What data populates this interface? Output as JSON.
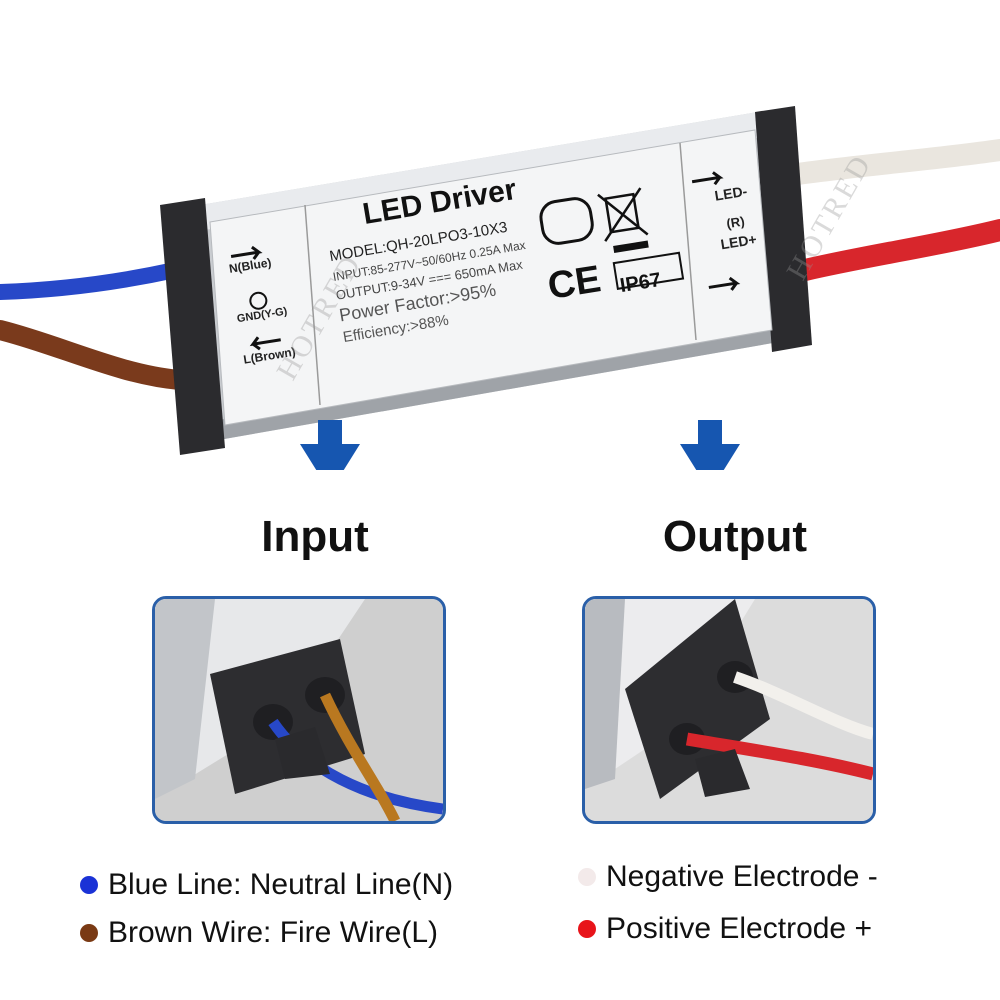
{
  "watermark": "HOTRED",
  "driver": {
    "title": "LED Driver",
    "model": "MODEL:QH-20LPO3-10X3",
    "input": "INPUT:85-277V~50/60Hz 0.25A Max",
    "output": "OUTPUT:9-34V === 650mA  Max",
    "power_factor": "Power Factor:>95%",
    "efficiency": "Efficiency:>88%",
    "left_labels": {
      "n": "N(Blue)",
      "gnd": "GND(Y-G)",
      "l": "L(Brown)"
    },
    "right_labels": {
      "neg": "LED-",
      "r": "(R)",
      "pos": "LED+"
    },
    "rating": "IP67",
    "ce": "CE"
  },
  "sections": {
    "input_title": "Input",
    "output_title": "Output"
  },
  "legend": {
    "input_items": [
      {
        "color": "#1a32d6",
        "text": "Blue Line: Neutral Line(N)"
      },
      {
        "color": "#7a3a14",
        "text": "Brown Wire: Fire Wire(L)"
      }
    ],
    "output_items": [
      {
        "color": "#f3eaea",
        "text": "Negative Electrode -"
      },
      {
        "color": "#e8141a",
        "text": "Positive Electrode +"
      }
    ]
  },
  "colors": {
    "arrow": "#1656b0",
    "frame": "#2a5fa8",
    "wire_blue": "#2748c8",
    "wire_brown": "#7a3a1c",
    "wire_red": "#d8262c",
    "wire_white": "#f2f0ec"
  }
}
